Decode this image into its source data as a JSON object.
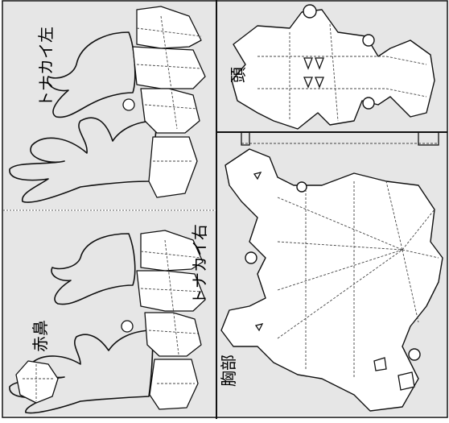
{
  "labels": {
    "antler_left": "トナカイ左",
    "head": "頭",
    "antler_right": "トナカイ右",
    "red_nose": "赤鼻",
    "chest": "胸部"
  },
  "colors": {
    "paper": "#e6e6e6",
    "line": "#111111",
    "fold": "#444444"
  }
}
